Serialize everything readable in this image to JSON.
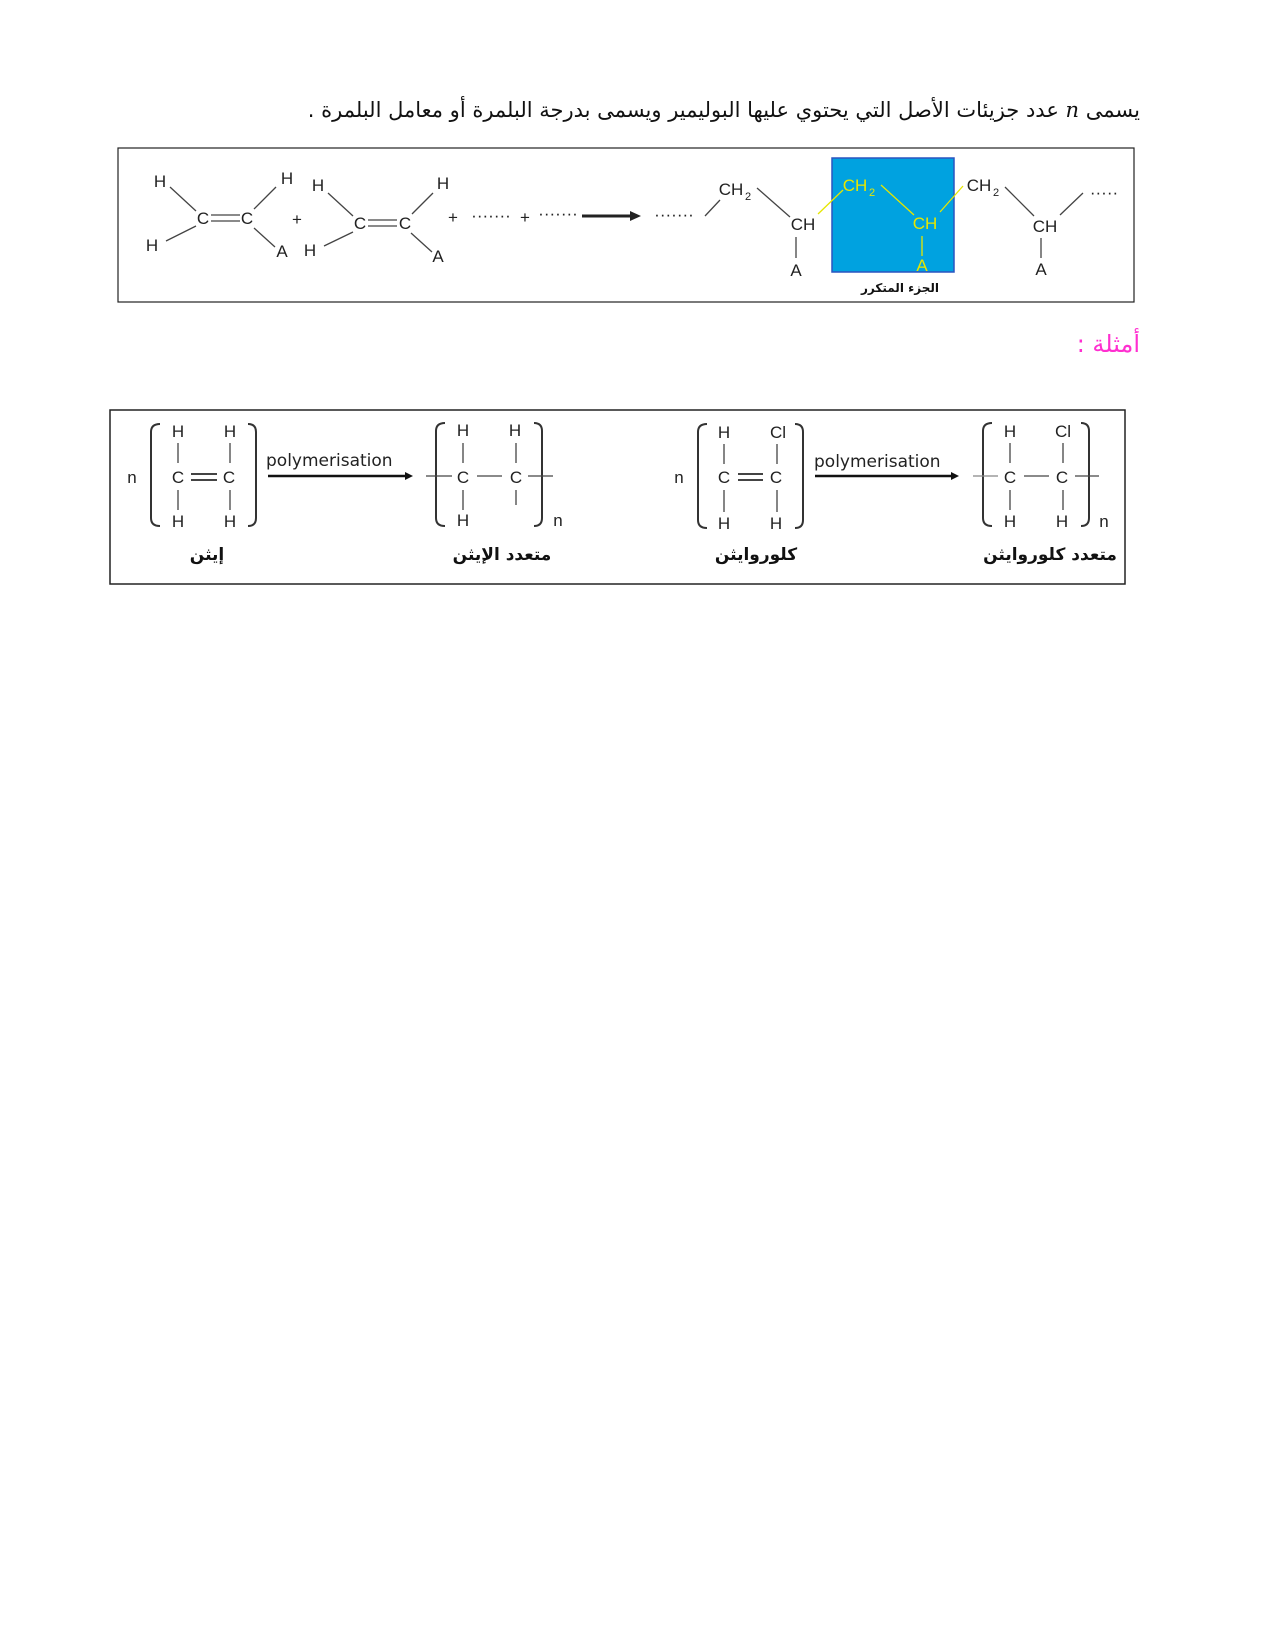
{
  "intro": {
    "part1": "يسمى",
    "variable": "n",
    "part2": "عدد جزيئات الأصل التي يحتوي عليها البوليمير ويسمى بدرجة البلمرة أو معامل البلمرة ."
  },
  "diagram1": {
    "atoms": {
      "H": "H",
      "C": "C",
      "A": "A",
      "CH2": "CH",
      "sub2": "2",
      "CH": "CH"
    },
    "plus": "+",
    "dots_short": "·······",
    "dots_end": "·····",
    "repeat_unit_label": "الجزء المتكرر",
    "highlight_color": "#00a2e0"
  },
  "examples_heading": "أمثلة :",
  "diagram2": {
    "n": "n",
    "H": "H",
    "C": "C",
    "Cl": "Cl",
    "arrow_label": "polymerisation",
    "labels": {
      "ethene": "إيثن",
      "polyethene": "متعدد الإيثن",
      "chloroethene": "كلوروايثن",
      "polychloroethene": "متعدد كلوروايثن"
    }
  }
}
